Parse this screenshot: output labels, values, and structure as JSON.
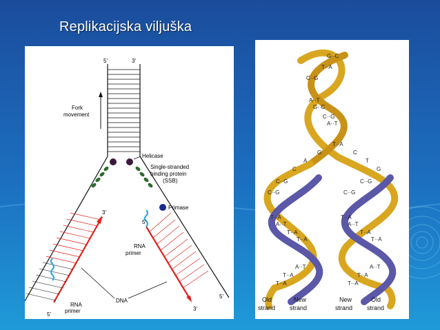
{
  "slide": {
    "title": "Replikacijska viljuška"
  },
  "fork_diagram": {
    "parental_5": "5'",
    "parental_3": "3'",
    "fork_movement": [
      "Fork",
      "movement"
    ],
    "helicase": "Helicase",
    "ssb": [
      "Single-stranded",
      "binding protein",
      "(SSB)"
    ],
    "primase": "Primase",
    "leading_3": "3'",
    "lagging_5_top": "5'",
    "rna_primer_mid": [
      "RNA",
      "primer"
    ],
    "dna": "DNA",
    "rna_primer_bottom": [
      "RNA",
      "primer"
    ],
    "left_bottom_5": "5'",
    "right_end_5": "5'",
    "leading_end_3": "3'"
  },
  "helix_diagram": {
    "top_pairs": [
      "G··C",
      "T··A",
      "C··G",
      "A··T",
      "G··C",
      "C··G",
      "A··T"
    ],
    "fork_bases_left": [
      "T··A",
      "G",
      "A",
      "C"
    ],
    "fork_bases_right": [
      "C",
      "T",
      "G"
    ],
    "left_pairs": [
      "C··G",
      "C··G",
      "T··A",
      "A··T",
      "T··A",
      "T··A",
      "A··T",
      "T··A",
      "T··A"
    ],
    "right_pairs": [
      "C··G",
      "C··G",
      "T··A",
      "A··T",
      "T··A",
      "T··A",
      "A··T",
      "T··A",
      "T··A"
    ],
    "labels": {
      "old_strand_left": [
        "Old",
        "strand"
      ],
      "new_strand_left": [
        "New",
        "strand"
      ],
      "new_strand_right": [
        "New",
        "strand"
      ],
      "old_strand_right": [
        "Old",
        "strand"
      ]
    }
  },
  "colors": {
    "background_top": "#1b4fa0",
    "background_bottom": "#1f9ad8",
    "old_strand": "#d9a620",
    "new_strand": "#5b58a8",
    "leading_strand": "#e0201c",
    "rna_primer": "#3aa8e0",
    "ssb": "#2e6b2e",
    "helicase": "#3a1a3a",
    "primase": "#1a2a8a"
  }
}
